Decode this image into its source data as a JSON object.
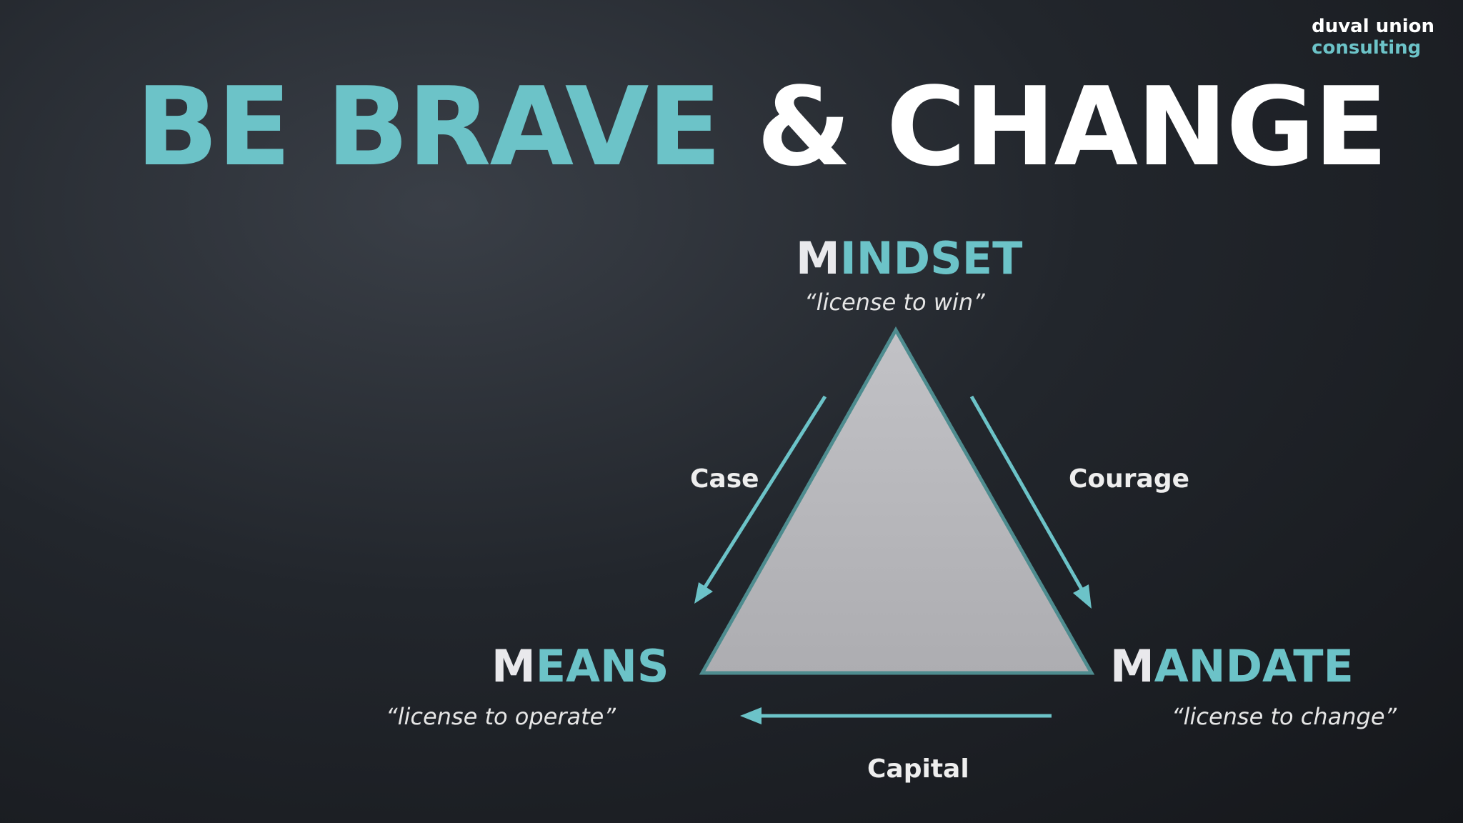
{
  "logo": {
    "line1": "duval union",
    "line2": "consulting"
  },
  "title": {
    "accent": "BE BRAVE",
    "rest": "& CHANGE"
  },
  "nodes": {
    "mindset": {
      "first": "M",
      "rest": "INDSET",
      "subtitle": "“license to win”"
    },
    "means": {
      "first": "M",
      "rest": "EANS",
      "subtitle": "“license to operate”"
    },
    "mandate": {
      "first": "M",
      "rest": "ANDATE",
      "subtitle": "“license to change”"
    }
  },
  "edges": {
    "case": "Case",
    "courage": "Courage",
    "capital": "Capital"
  },
  "colors": {
    "accent": "#6cc3c8",
    "triangle_fill": "#b4b4b8",
    "triangle_stroke": "#4e8c8f",
    "text_white": "#ffffff"
  }
}
